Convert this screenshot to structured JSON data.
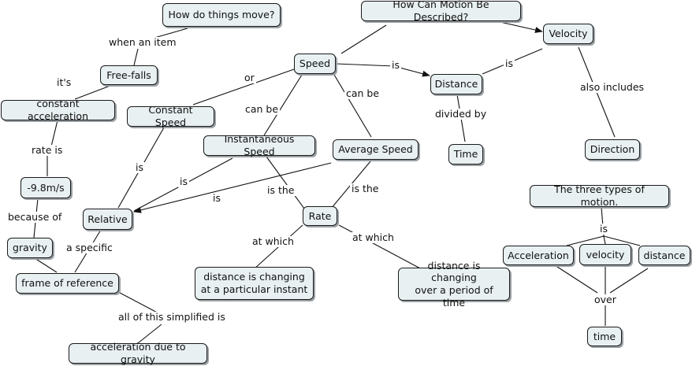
{
  "concepts": {
    "how_move": "How do things move?",
    "how_described": "How Can Motion Be Described?",
    "velocity": "Velocity",
    "speed": "Speed",
    "distance": "Distance",
    "time": "Time",
    "direction": "Direction",
    "free_falls": "Free-falls",
    "const_accel": "constant acceleration",
    "constant_speed": "Constant Speed",
    "instant_speed": "Instantaneous Speed",
    "average_speed": "Average Speed",
    "g_value": "-9.8m/s",
    "relative": "Relative",
    "rate": "Rate",
    "gravity": "gravity",
    "frame_ref": "frame of reference",
    "dist_instant": "distance is changing\nat a particular instant",
    "dist_period": "distance is changing\nover a period of time",
    "three_types": "The three types of motion.",
    "acceleration": "Acceleration",
    "velocity_small": "velocity",
    "distance_small": "distance",
    "time_small": "time",
    "accel_gravity": "acceleration due to gravity"
  },
  "links": {
    "when_an_item": "when an item",
    "its": "it's",
    "rate_is": "rate is",
    "because_of": "because of",
    "a_specific": "a specific",
    "all_simplified": "all of this simplified is",
    "or": "or",
    "can_be_1": "can be",
    "can_be_2": "can be",
    "is_speed_distance": "is",
    "is_velocity": "is",
    "also_includes": "also includes",
    "divided_by": "divided by",
    "is_constant": "is",
    "is_instant": "is",
    "is_average": "is",
    "is_the_1": "is the",
    "is_the_2": "is the",
    "at_which_1": "at which",
    "at_which_2": "at which",
    "is_types": "is",
    "over": "over"
  }
}
